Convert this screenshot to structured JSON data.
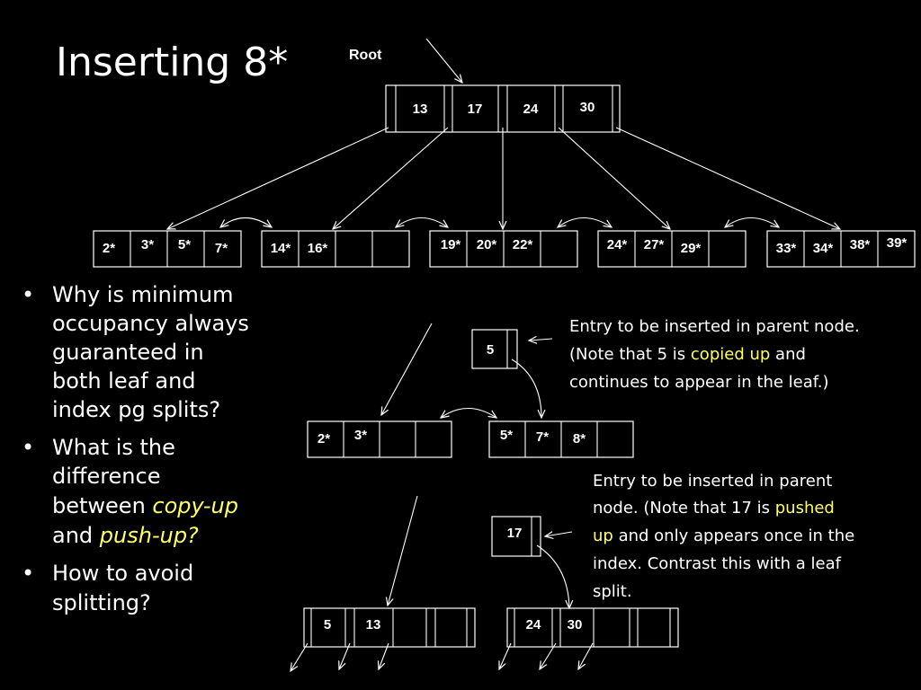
{
  "title": "Inserting 8*",
  "root_label": "Root",
  "root_node": {
    "keys": [
      "13",
      "17",
      "24",
      "30"
    ]
  },
  "leaves": [
    {
      "entries": [
        "2*",
        "3*",
        "5*",
        "7*"
      ]
    },
    {
      "entries": [
        "14*",
        "16*",
        "",
        ""
      ]
    },
    {
      "entries": [
        "19*",
        "20*",
        "22*",
        ""
      ]
    },
    {
      "entries": [
        "24*",
        "27*",
        "29*",
        ""
      ]
    },
    {
      "entries": [
        "33*",
        "34*",
        "38*",
        "39*"
      ]
    }
  ],
  "bullets": [
    [
      "Why is minimum",
      "occupancy always",
      "guaranteed in",
      "both leaf and",
      "index pg splits?"
    ],
    [
      "What is the",
      "difference"
    ],
    [
      "How to avoid",
      "splitting?"
    ]
  ],
  "bullet2": {
    "between": "between ",
    "copy_up": "copy-up",
    "and": "and ",
    "push_up": "push-up?"
  },
  "leaf_split": {
    "parent_key": "5",
    "left": [
      "2*",
      "3*",
      "",
      ""
    ],
    "right": [
      "5*",
      "7*",
      "8*",
      ""
    ],
    "note": {
      "line1": "Entry to be inserted in parent node.",
      "line2a": "(Note that 5 is ",
      "line2b": "copied up",
      "line2c": " and",
      "line3": "continues to appear in the leaf.)"
    }
  },
  "index_split": {
    "parent_key": "17",
    "left": [
      "5",
      "13",
      "",
      ""
    ],
    "right": [
      "24",
      "30",
      "",
      ""
    ],
    "note": {
      "line1": "Entry to be inserted in parent",
      "line2a": "node. (Note that 17 is ",
      "line2b": "pushed",
      "line3a": "up",
      "line3b": " and only appears once in the",
      "line4": "index.  Contrast this with a leaf",
      "line5": "split."
    }
  }
}
